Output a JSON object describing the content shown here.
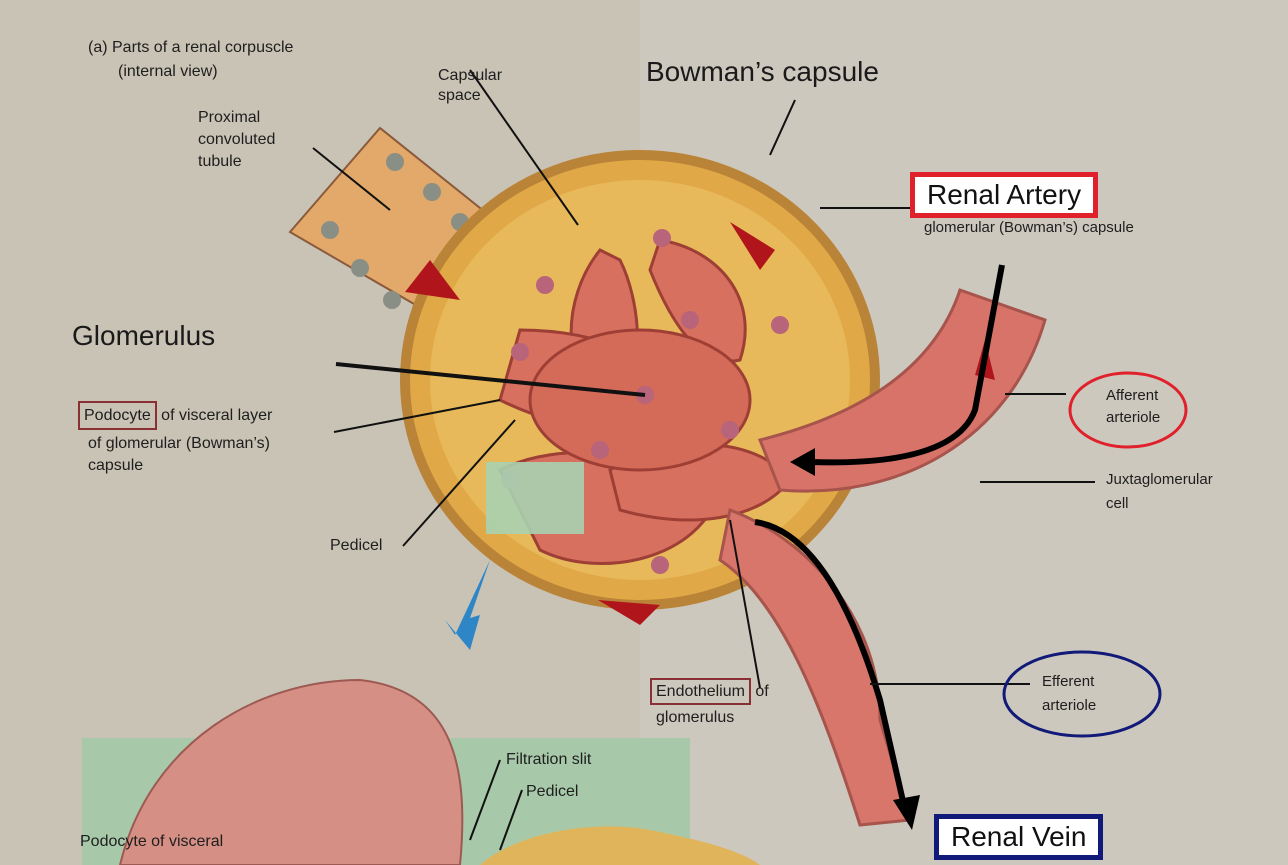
{
  "figure": {
    "panel_title_line1": "(a) Parts of  a renal corpuscle",
    "panel_title_line2": "(internal view)"
  },
  "labels": {
    "capsular_space_1": "Capsular",
    "capsular_space_2": "space",
    "bowmans_capsule": "Bowman’s capsule",
    "proximal_1": "Proximal",
    "proximal_2": "convoluted",
    "proximal_3": "tubule",
    "glomerulus": "Glomerulus",
    "podocyte_word": "Podocyte",
    "podocyte_rest": " of visceral layer",
    "podocyte_2": "of glomerular (Bowman’s)",
    "podocyte_3": "capsule",
    "pedicel": "Pedicel",
    "endothelium_word": "Endothelium",
    "endothelium_rest": " of",
    "endothelium_2": "glomerulus",
    "glomerular_capsule": "glomerular (Bowman’s) capsule",
    "afferent_1": "Afferent",
    "afferent_2": "arteriole",
    "juxta_1": "Juxtaglomerular",
    "juxta_2": "cell",
    "efferent_1": "Efferent",
    "efferent_2": "arteriole",
    "filtration_slit": "Filtration slit",
    "pedicel_lower": "Pedicel",
    "podocyte_lower": "Podocyte  of  visceral"
  },
  "callouts": {
    "renal_artery": "Renal Artery",
    "renal_vein": "Renal Vein"
  },
  "colors": {
    "background": "#c9c3b6",
    "capsule_fill": "#e3b04a",
    "glomerulus_fill": "#d96e5e",
    "arrow_red": "#b1151c",
    "callout_red": "#e0202a",
    "callout_blue": "#111a78",
    "flow_arrow_blue": "#2f86c6"
  }
}
